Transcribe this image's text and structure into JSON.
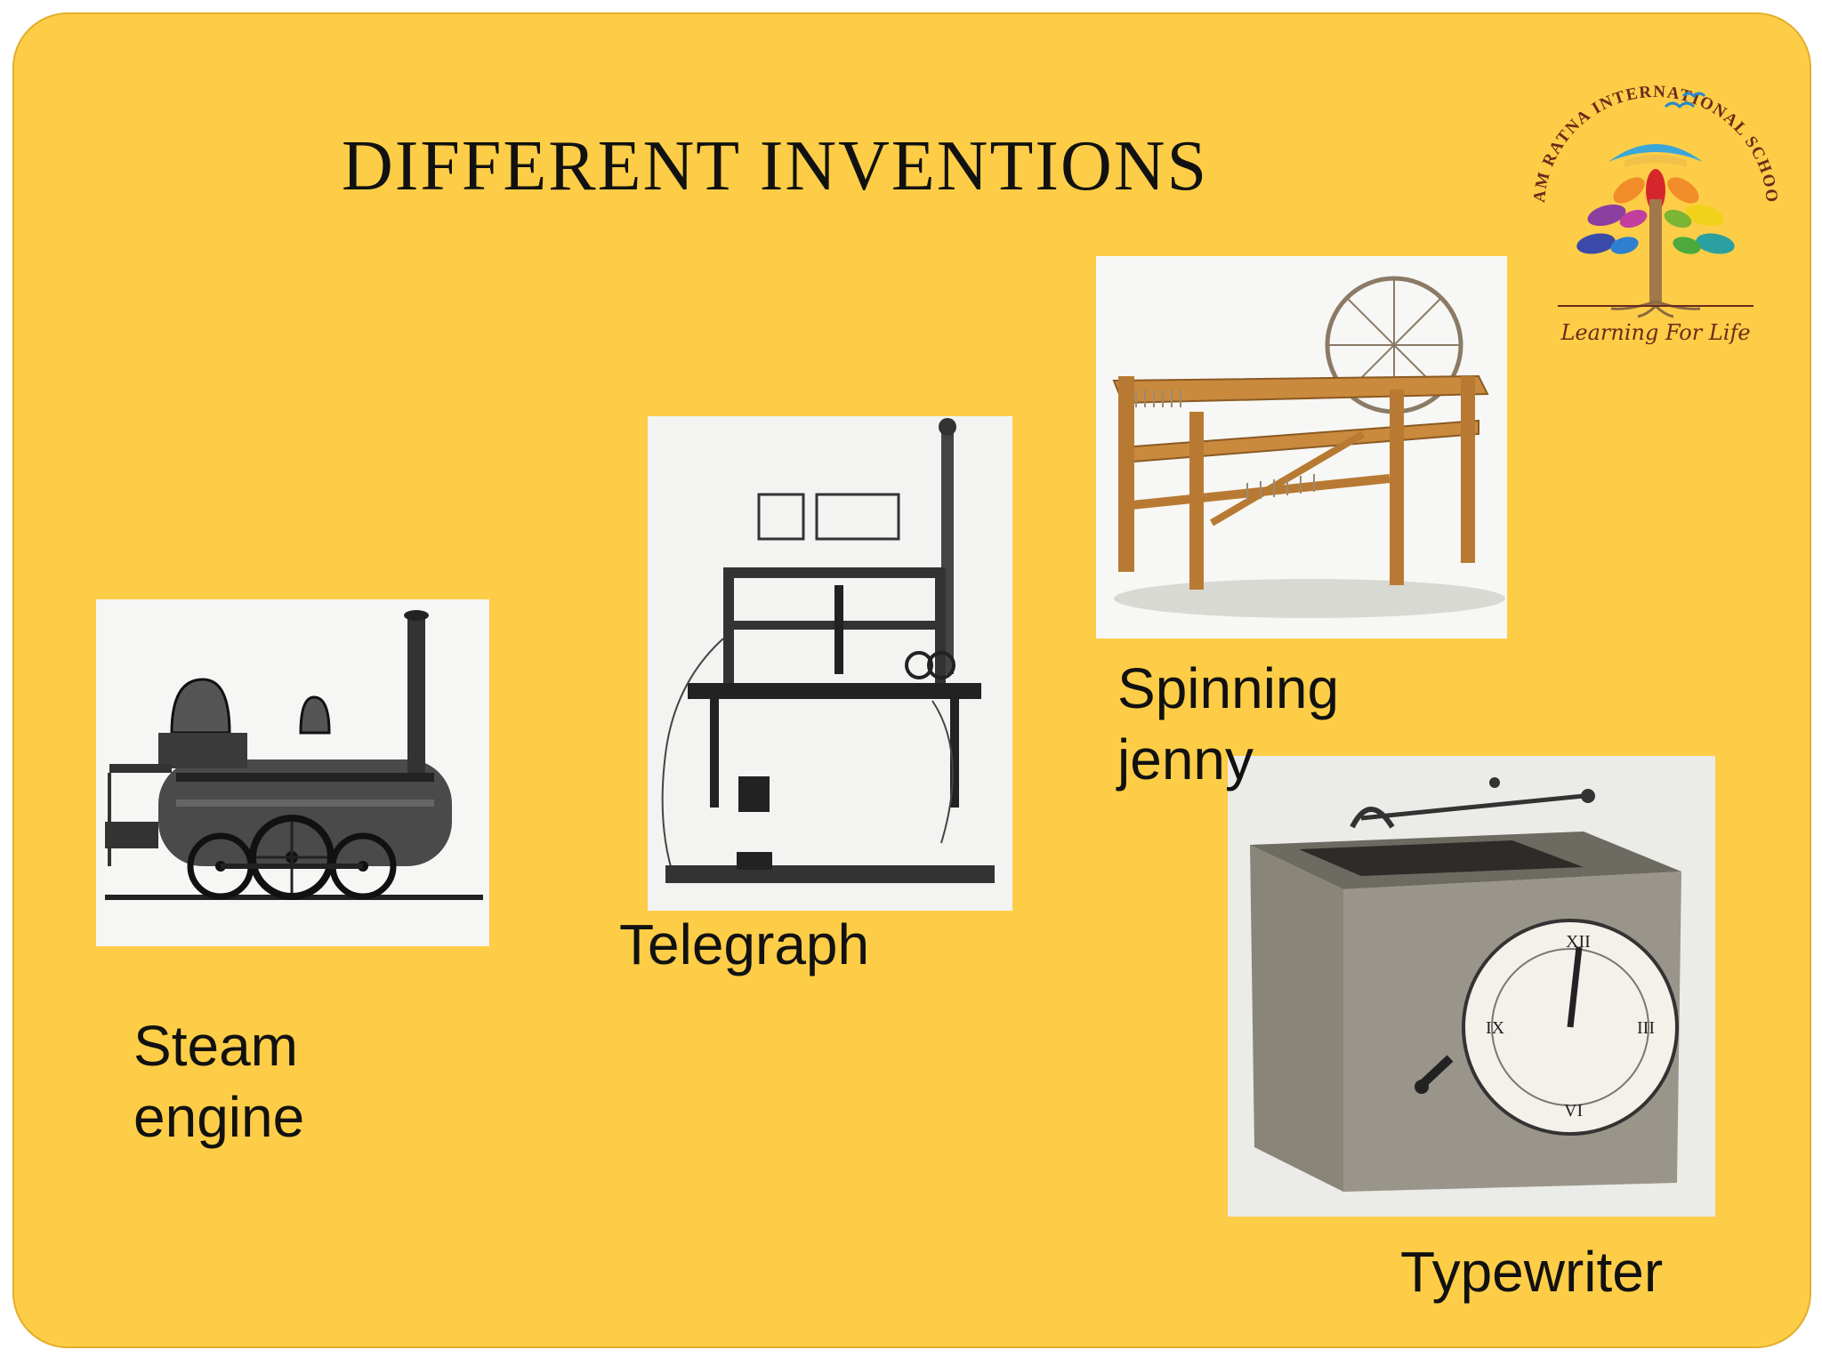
{
  "slide": {
    "title": "DIFFERENT INVENTIONS",
    "background_color": "#fdcd47"
  },
  "logo": {
    "arc_text": "RAM RATNA INTERNATIONAL SCHOOL",
    "tagline": "Learning For Life",
    "icon": "school-tree-logo"
  },
  "inventions": [
    {
      "lines": [
        "Steam",
        "engine"
      ],
      "icon": "steam-locomotive-engraving"
    },
    {
      "lines": [
        "Telegraph"
      ],
      "icon": "telegraph-apparatus-engraving"
    },
    {
      "lines": [
        "Spinning",
        "jenny"
      ],
      "icon": "spinning-jenny-illustration"
    },
    {
      "lines": [
        "Typewriter"
      ],
      "icon": "typewriter-box-photo"
    }
  ]
}
